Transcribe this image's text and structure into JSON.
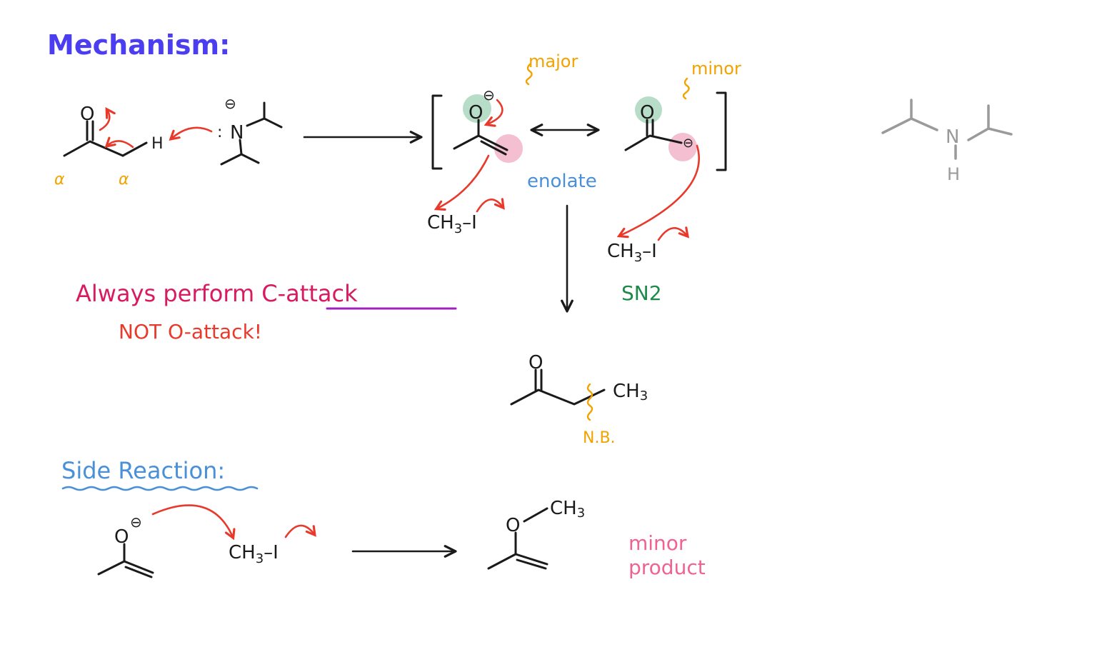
{
  "title": "Mechanism:",
  "colors": {
    "title": "#4b3df0",
    "red": "#e8392b",
    "orange": "#f2a300",
    "blue": "#4a90d9",
    "green": "#1e8a4a",
    "magenta": "#d81b60",
    "purple": "#a020c0",
    "pink": "#f06292",
    "green_highlight": "#b7dcc8",
    "pink_highlight": "#f4bfd0",
    "grey": "#9a9a9a"
  },
  "step1": {
    "ketone_O": "O",
    "alpha_left": "α",
    "alpha_right": "α",
    "H": "H",
    "amide_N": "N",
    "amide_charge": "⊖",
    "amide_lone_pair": ":"
  },
  "resonance": {
    "major_label": "major",
    "minor_label": "minor",
    "left_O": "O",
    "left_charge": "⊖",
    "right_O": "O",
    "right_charge": "⊖",
    "enolate_label": "enolate"
  },
  "reagent_1": {
    "ch": "CH",
    "sub": "3",
    "dash": "–",
    "I": "I"
  },
  "reagent_2": {
    "ch": "CH",
    "sub": "3",
    "dash": "–",
    "I": "I"
  },
  "sn2_label": "SN2",
  "note_line1": "Always perform ",
  "note_line1_emph": "C-attack",
  "note_line2": "NOT O-attack!",
  "product": {
    "O": "O",
    "CH3": "CH",
    "sub": "3",
    "nb_label": "N.B."
  },
  "byproduct_amine": {
    "N": "N",
    "H": "H"
  },
  "side_reaction": {
    "title": "Side Reaction:",
    "enolate_O": "O",
    "enolate_charge": "⊖",
    "reagent": {
      "ch": "CH",
      "sub": "3",
      "dash": "–",
      "I": "I"
    },
    "product_O": "O",
    "product_CH3": "CH",
    "product_sub": "3",
    "minor_line1": "minor",
    "minor_line2": "product"
  }
}
